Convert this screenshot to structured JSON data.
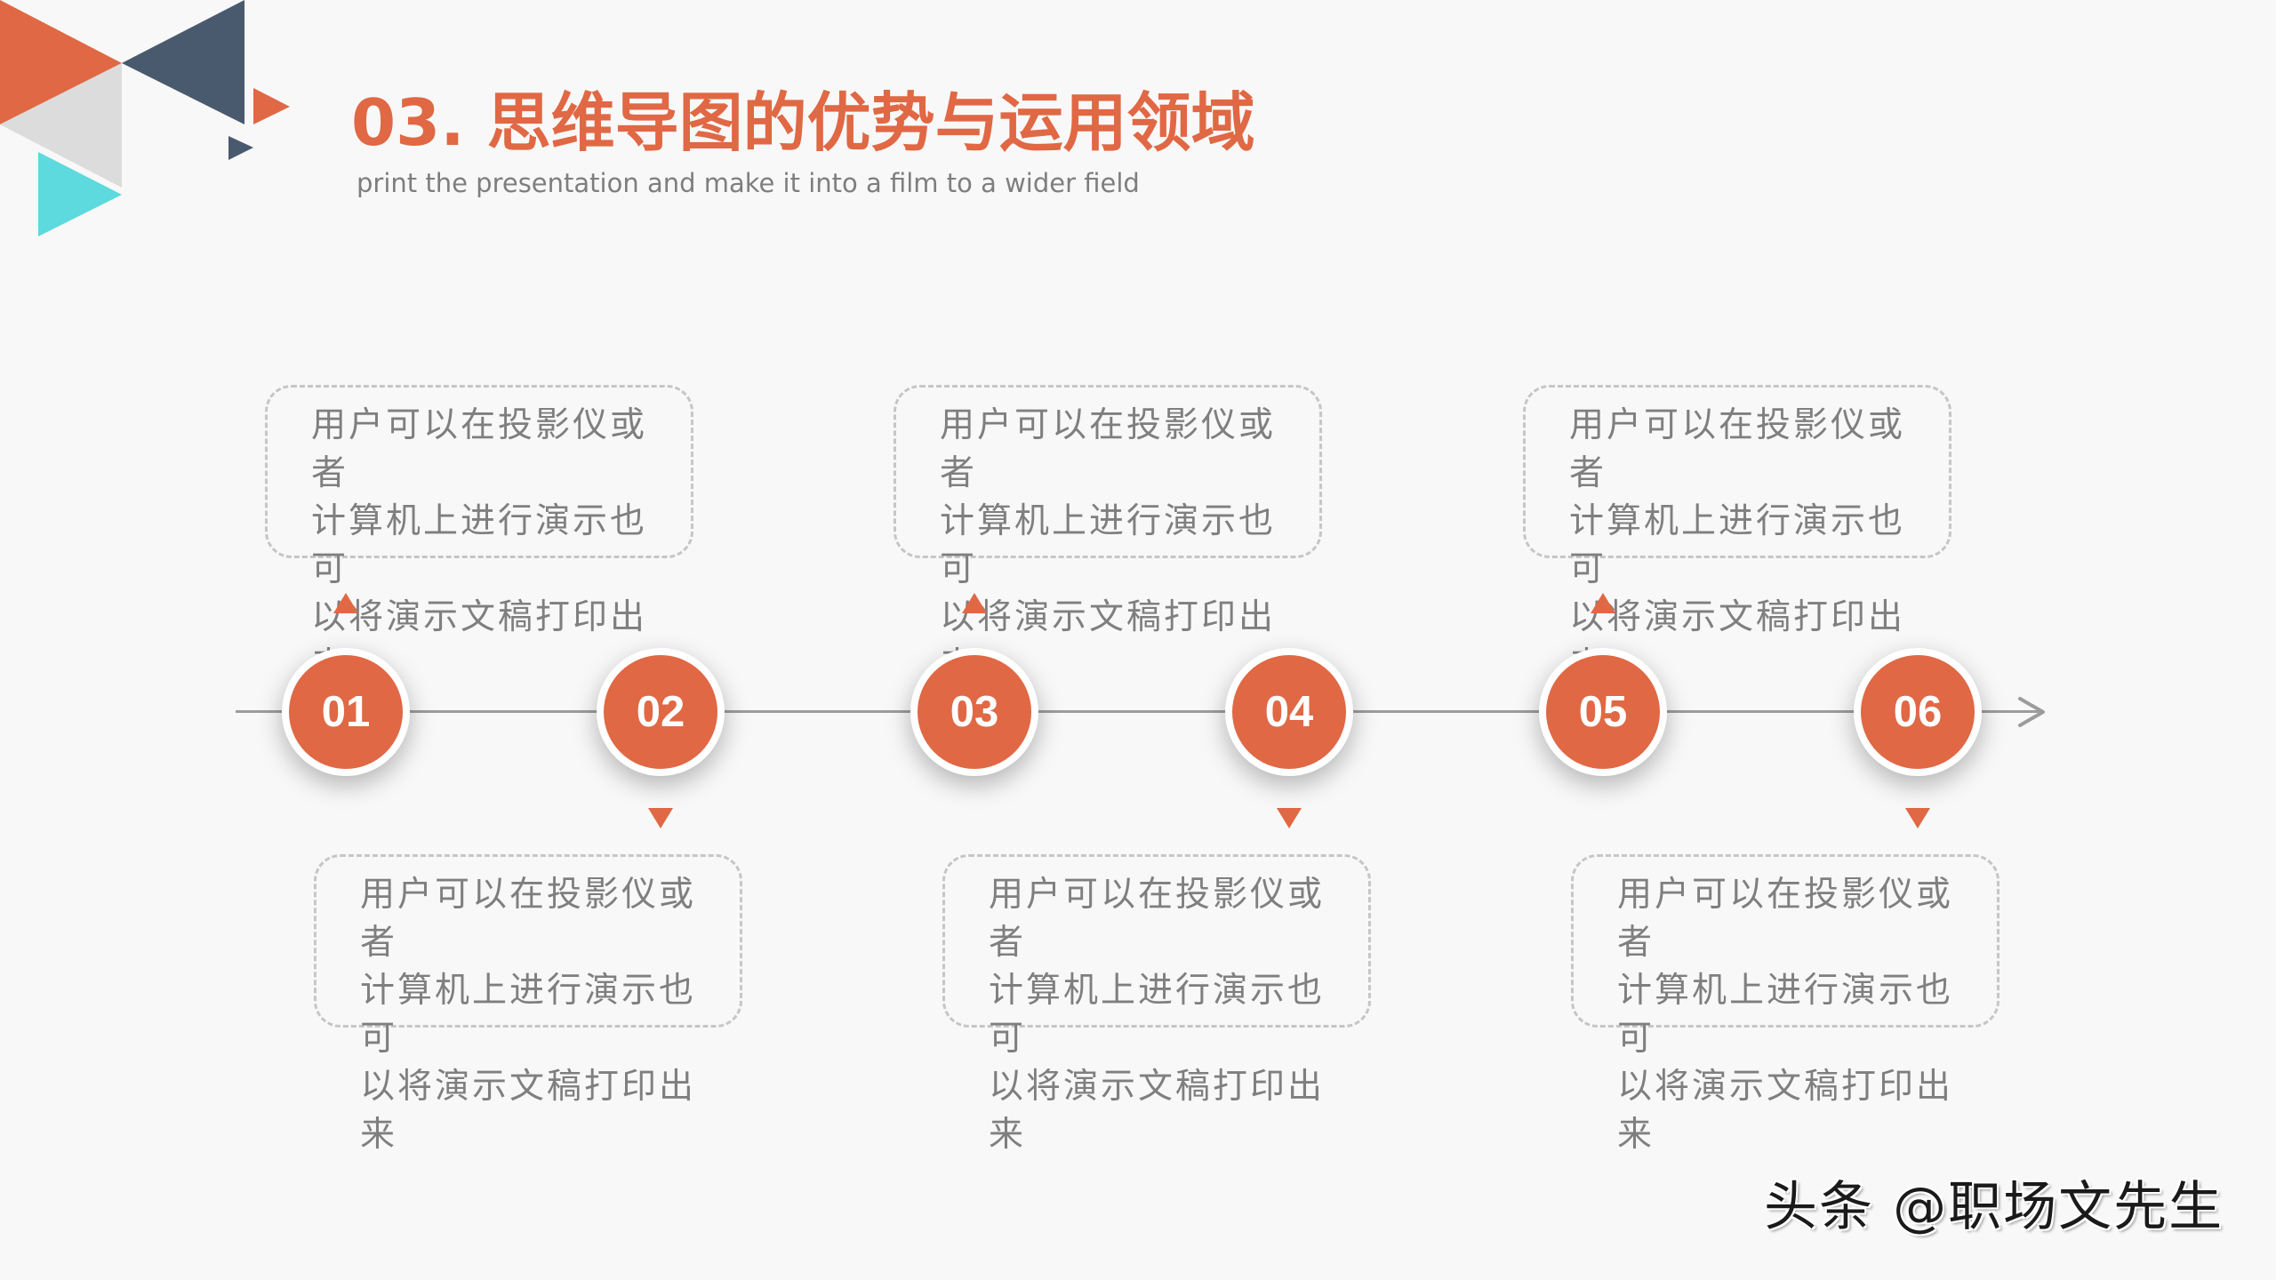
{
  "colors": {
    "accent": "#e06844",
    "navy": "#4a5a6e",
    "light_gray": "#dcdcdc",
    "cyan": "#5cdadd",
    "background": "#f8f8f8",
    "line": "#9c9c9c",
    "body_text": "#7f7f7f",
    "card_border": "#c6c6c6"
  },
  "header": {
    "title": "03. 思维导图的优势与运用领域",
    "subtitle": "print the presentation and make it into a film to a wider field"
  },
  "timeline": {
    "nodes": [
      {
        "number": "01",
        "card_position": "top"
      },
      {
        "number": "02",
        "card_position": "bottom"
      },
      {
        "number": "03",
        "card_position": "top"
      },
      {
        "number": "04",
        "card_position": "bottom"
      },
      {
        "number": "05",
        "card_position": "top"
      },
      {
        "number": "06",
        "card_position": "bottom"
      }
    ],
    "cards": [
      {
        "line1": "用户可以在投影仪或者",
        "line2": "计算机上进行演示也可",
        "line3": "以将演示文稿打印出来"
      },
      {
        "line1": "用户可以在投影仪或者",
        "line2": "计算机上进行演示也可",
        "line3": "以将演示文稿打印出来"
      },
      {
        "line1": "用户可以在投影仪或者",
        "line2": "计算机上进行演示也可",
        "line3": "以将演示文稿打印出来"
      },
      {
        "line1": "用户可以在投影仪或者",
        "line2": "计算机上进行演示也可",
        "line3": "以将演示文稿打印出来"
      },
      {
        "line1": "用户可以在投影仪或者",
        "line2": "计算机上进行演示也可",
        "line3": "以将演示文稿打印出来"
      },
      {
        "line1": "用户可以在投影仪或者",
        "line2": "计算机上进行演示也可",
        "line3": "以将演示文稿打印出来"
      }
    ]
  },
  "watermark": {
    "text": "头条 @职场文先生"
  },
  "icons": {
    "decoration": "geometric-triangles",
    "timeline_end": "arrow-right-icon",
    "pointer_up": "triangle-up-icon",
    "pointer_down": "triangle-down-icon"
  }
}
